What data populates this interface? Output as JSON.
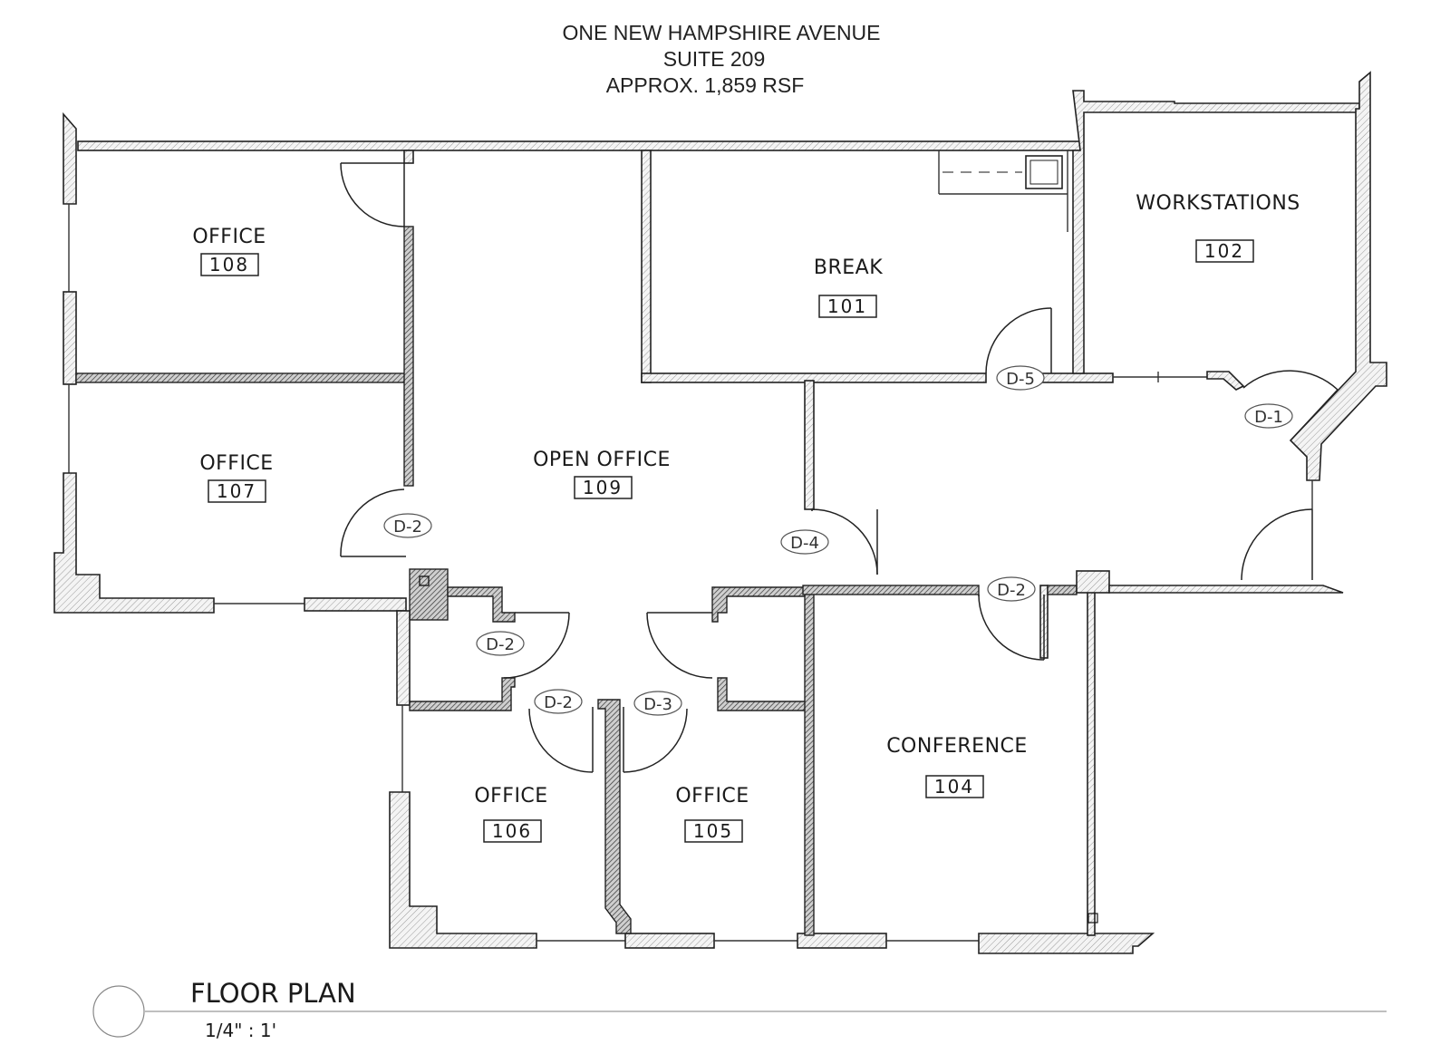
{
  "header": {
    "line1": "ONE NEW HAMPSHIRE AVENUE",
    "line2": "SUITE 209",
    "line3": "APPROX. 1,859 RSF"
  },
  "rooms": [
    {
      "name": "OFFICE",
      "number": "108"
    },
    {
      "name": "OFFICE",
      "number": "107"
    },
    {
      "name": "OPEN OFFICE",
      "number": "109"
    },
    {
      "name": "BREAK",
      "number": "101"
    },
    {
      "name": "WORKSTATIONS",
      "number": "102"
    },
    {
      "name": "CONFERENCE",
      "number": "104"
    },
    {
      "name": "OFFICE",
      "number": "106"
    },
    {
      "name": "OFFICE",
      "number": "105"
    }
  ],
  "doors": [
    "D-2",
    "D-4",
    "D-5",
    "D-1",
    "D-2",
    "D-2",
    "D-2",
    "D-3"
  ],
  "footer": {
    "title": "FLOOR PLAN",
    "scale": "1/4\" : 1'"
  }
}
